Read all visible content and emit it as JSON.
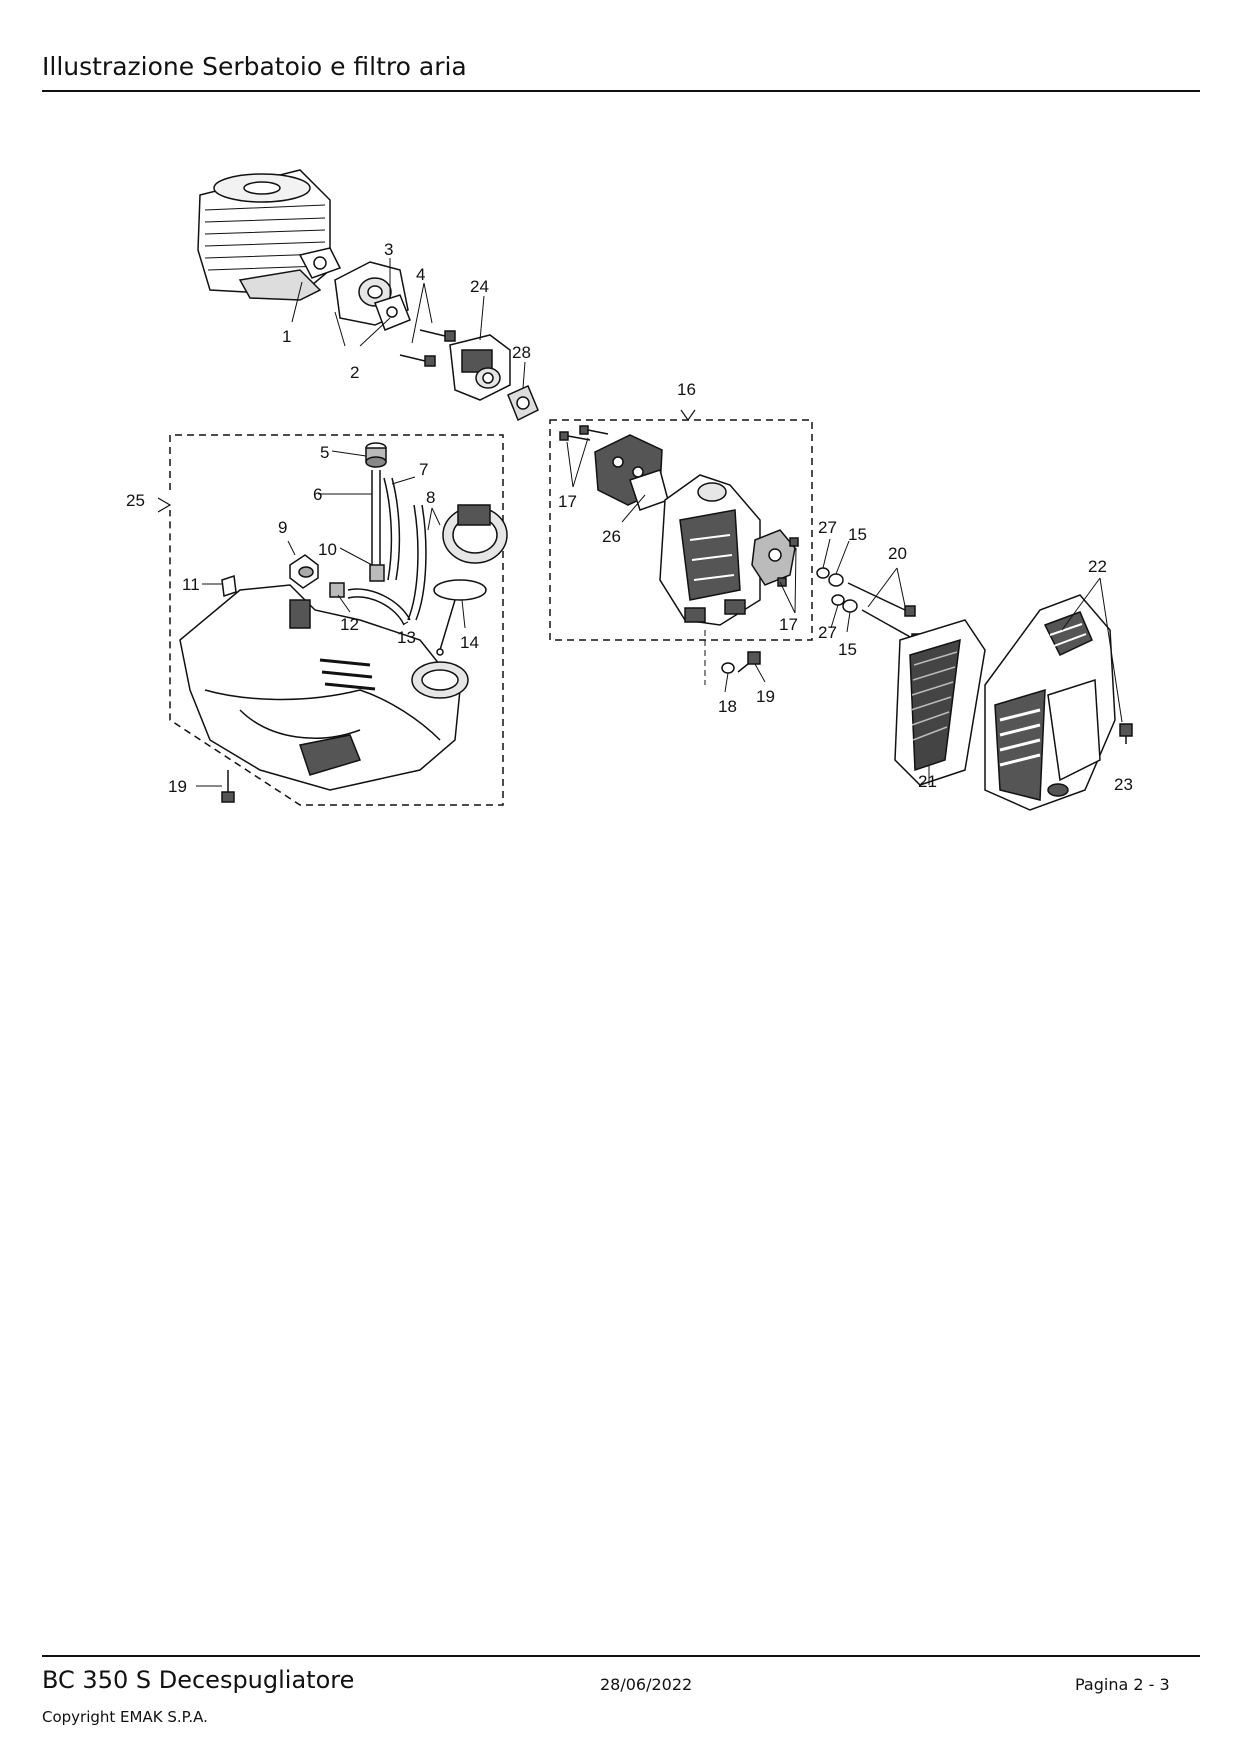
{
  "header": {
    "title": "Illustrazione  Serbatoio e filtro aria"
  },
  "footer": {
    "model": "BC 350 S Decespugliatore",
    "date": "28/06/2022",
    "page": "Pagina 2 - 3",
    "copyright": "Copyright EMAK S.P.A."
  },
  "callouts": {
    "c1": "1",
    "c2": "2",
    "c3": "3",
    "c4": "4",
    "c5": "5",
    "c6": "6",
    "c7": "7",
    "c8": "8",
    "c9": "9",
    "c10": "10",
    "c11": "11",
    "c12": "12",
    "c13": "13",
    "c14": "14",
    "c15a": "15",
    "c15b": "15",
    "c16": "16",
    "c17a": "17",
    "c17b": "17",
    "c18": "18",
    "c19a": "19",
    "c19b": "19",
    "c20": "20",
    "c21": "21",
    "c22": "22",
    "c23": "23",
    "c24": "24",
    "c25": "25",
    "c26": "26",
    "c27a": "27",
    "c27b": "27",
    "c28": "28"
  },
  "colors": {
    "ink": "#111111",
    "fill_dark": "#2a2a2a",
    "fill_mid": "#777777",
    "fill_light": "#e6e6e6"
  }
}
